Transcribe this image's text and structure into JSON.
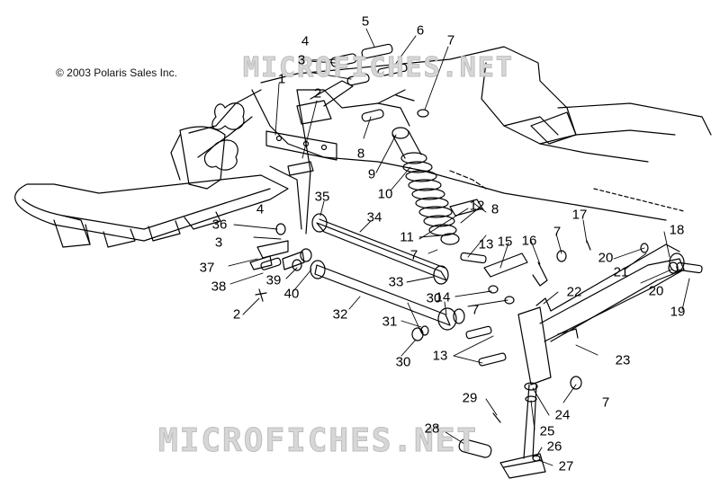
{
  "copyright": "© 2003 Polaris Sales Inc.",
  "watermark_top": "MICROFICHES.NET",
  "watermark_bottom": "MICROFICHES.NET",
  "callout_labels": {
    "c1": "1",
    "c2a": "2",
    "c2b": "2",
    "c3a": "3",
    "c3b": "3",
    "c4a": "4",
    "c4b": "4",
    "c5": "5",
    "c6": "6",
    "c7a": "7",
    "c7b": "7",
    "c7c": "7",
    "c7d": "7",
    "c7e": "7",
    "c8a": "8",
    "c8b": "8",
    "c9": "9",
    "c10": "10",
    "c11": "11",
    "c12": "12",
    "c13a": "13",
    "c13b": "13",
    "c14": "14",
    "c15": "15",
    "c16": "16",
    "c17": "17",
    "c18": "18",
    "c19": "19",
    "c20a": "20",
    "c20b": "20",
    "c21": "21",
    "c22": "22",
    "c23": "23",
    "c24": "24",
    "c25": "25",
    "c26": "26",
    "c27": "27",
    "c28": "28",
    "c29": "29",
    "c30a": "30",
    "c30b": "30",
    "c31": "31",
    "c32": "32",
    "c33": "33",
    "c34": "34",
    "c35": "35",
    "c36": "36",
    "c37": "37",
    "c38": "38",
    "c39": "39",
    "c40": "40"
  }
}
